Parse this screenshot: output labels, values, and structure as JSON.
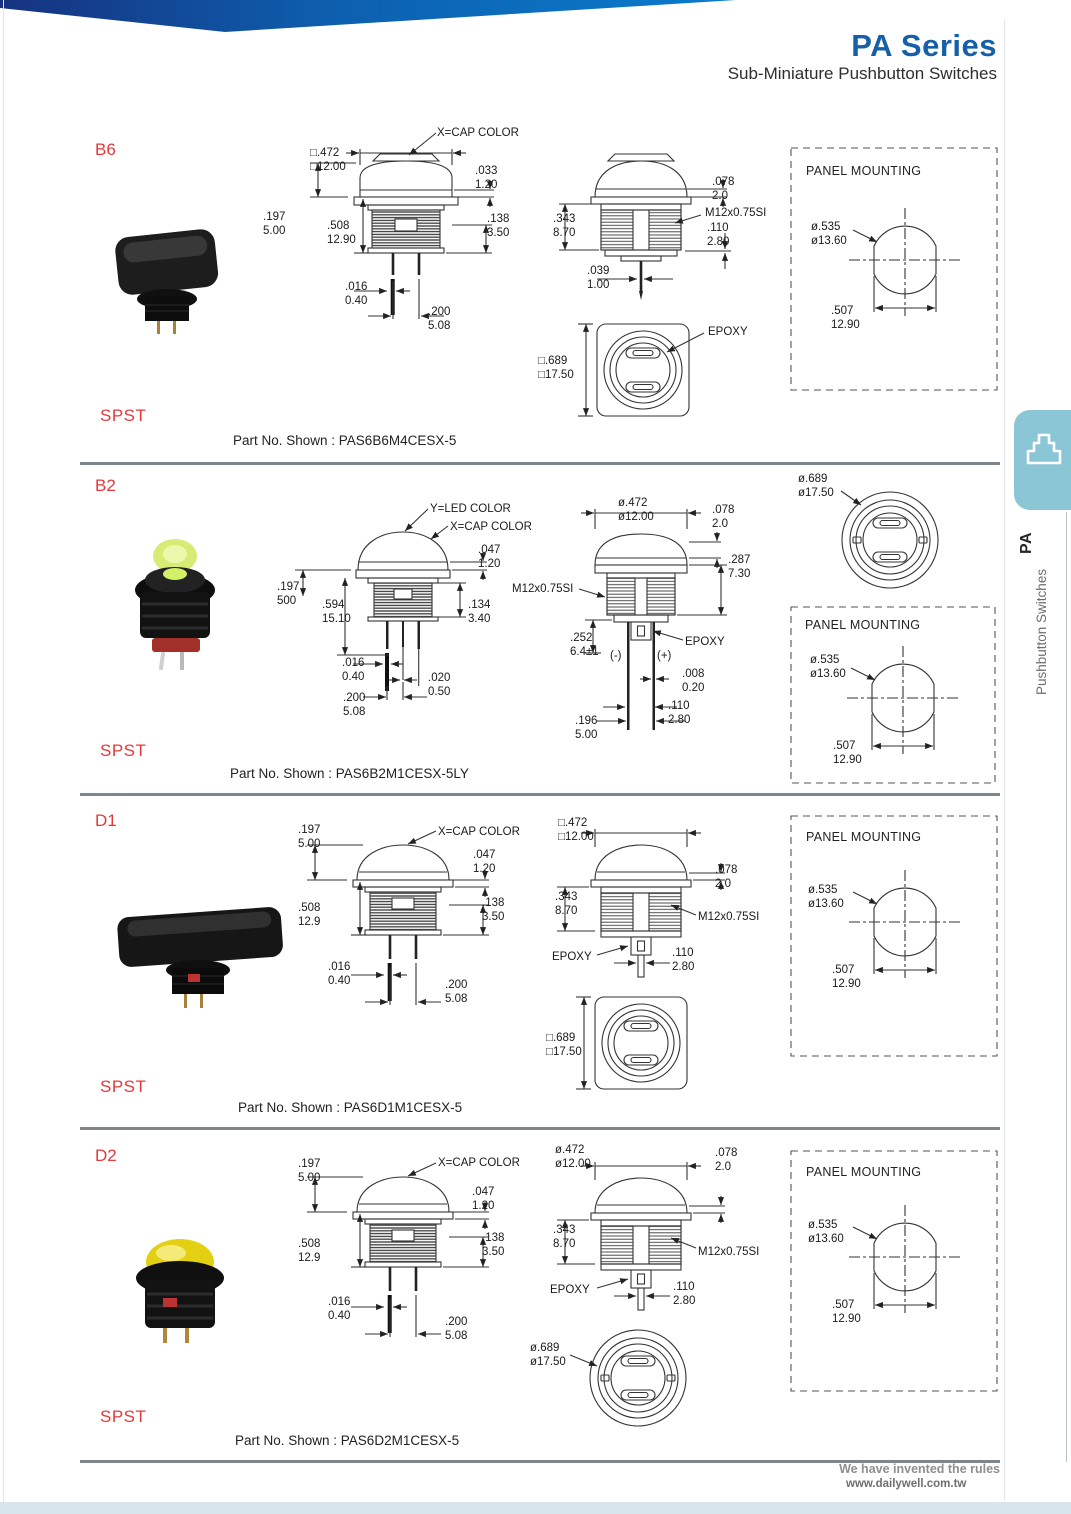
{
  "header": {
    "title": "PA Series",
    "subtitle": "Sub-Miniature Pushbutton Switches"
  },
  "sidebar": {
    "series": "PA",
    "category": "Pushbutton Switches",
    "tab_color": "#8ac6d6"
  },
  "footer": {
    "slogan": "We have invented the rules",
    "website": "www.dailywell.com.tw"
  },
  "colors": {
    "accent_red": "#e5383b",
    "header_blue": "#1560a8",
    "swoosh_dark": "#16327f",
    "swoosh_light": "#0a7ccd"
  },
  "sections": [
    {
      "id": "B6",
      "type_label": "SPST",
      "part_no": "Part No. Shown : PAS6B6M4CESX-5",
      "front": {
        "cap_color": "X=CAP COLOR",
        "cap_width": "□.472\n□12.00",
        "lip": ".033\n1.20",
        "cap_h": ".197\n5.00",
        "body_h": ".508\n12.90",
        "collar": ".138\n3.50",
        "pin_w": ".016\n0.40",
        "pin_sp": ".200\n5.08"
      },
      "side": {
        "lip": ".078\n2.0",
        "thread": "M12x0.75SI",
        "thread_h": ".343\n8.70",
        "tip": ".110\n2.80",
        "pin_w": ".039\n1.00"
      },
      "bottom": {
        "epoxy": "EPOXY",
        "width": "□.689\n□17.50"
      },
      "panel": {
        "title": "PANEL MOUNTING",
        "hole": "ø.535\nø13.60",
        "flat": ".507\n12.90"
      }
    },
    {
      "id": "B2",
      "type_label": "SPST",
      "part_no": "Part No. Shown : PAS6B2M1CESX-5LY",
      "front": {
        "led_color": "Y=LED COLOR",
        "cap_color": "X=CAP COLOR",
        "lip": ".047\n1.20",
        "cap_h": ".197\n500",
        "body_h": ".594\n15.10",
        "collar": ".134\n3.40",
        "pin_w": ".016\n0.40",
        "led_pin_w": ".020\n0.50",
        "pin_sp": ".200\n5.08"
      },
      "side": {
        "cap_width": "ø.472\nø12.00",
        "lip": ".078\n2.0",
        "bush_h": ".287\n7.30",
        "thread": "M12x0.75SI",
        "epoxy_h": ".252\n6.4±1",
        "epoxy": "EPOXY",
        "neg": "(-)",
        "pos": "(+)",
        "pin_t": ".008\n0.20",
        "tip": ".110\n2.80",
        "pin_sp2": ".196\n5.00"
      },
      "bottom": {
        "width": "ø.689\nø17.50"
      },
      "panel": {
        "title": "PANEL MOUNTING",
        "hole": "ø.535\nø13.60",
        "flat": ".507\n12.90"
      }
    },
    {
      "id": "D1",
      "type_label": "SPST",
      "part_no": "Part No. Shown : PAS6D1M1CESX-5",
      "front": {
        "cap_h": ".197\n5.00",
        "cap_color": "X=CAP COLOR",
        "lip": ".047\n1.20",
        "body_h": ".508\n12.9",
        "collar": ".138\n3.50",
        "pin_w": ".016\n0.40",
        "pin_sp": ".200\n5.08"
      },
      "side": {
        "cap_width": "□.472\n□12.00",
        "lip": ".078\n2.0",
        "thread_h": ".343\n8.70",
        "thread": "M12x0.75SI",
        "epoxy": "EPOXY",
        "tip": ".110\n2.80"
      },
      "bottom": {
        "width": "□.689\n□17.50"
      },
      "panel": {
        "title": "PANEL MOUNTING",
        "hole": "ø.535\nø13.60",
        "flat": ".507\n12.90"
      }
    },
    {
      "id": "D2",
      "type_label": "SPST",
      "part_no": "Part No. Shown : PAS6D2M1CESX-5",
      "front": {
        "cap_h": ".197\n5.00",
        "cap_color": "X=CAP COLOR",
        "lip": ".047\n1.20",
        "body_h": ".508\n12.9",
        "collar": ".138\n3.50",
        "pin_w": ".016\n0.40",
        "pin_sp": ".200\n5.08"
      },
      "side": {
        "cap_width": "ø.472\nø12.00",
        "lip": ".078\n2.0",
        "thread_h": ".343\n8.70",
        "thread": "M12x0.75SI",
        "epoxy": "EPOXY",
        "tip": ".110\n2.80"
      },
      "bottom": {
        "width": "ø.689\nø17.50"
      },
      "panel": {
        "title": "PANEL MOUNTING",
        "hole": "ø.535\nø13.60",
        "flat": ".507\n12.90"
      }
    }
  ]
}
